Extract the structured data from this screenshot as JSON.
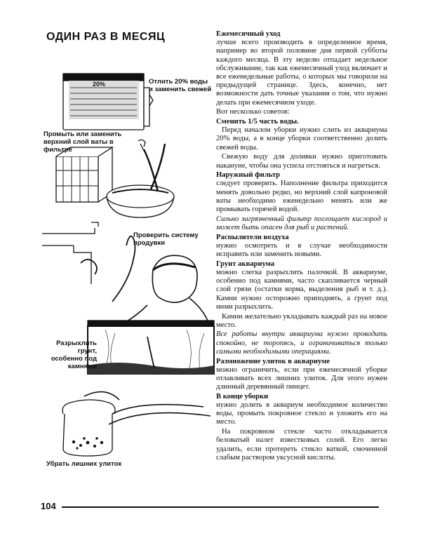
{
  "page": {
    "title": "ОДИН РАЗ В МЕСЯЦ",
    "page_number": "104"
  },
  "illustration": {
    "labels": {
      "water": "Отлить 20% воды и заменить свежей",
      "gauge": "20%",
      "filter": "Промыть или заменить верхний слой ваты в фильтре",
      "air": "Проверить систему продувки",
      "gravel": "Разрыхлить грунт, особенно под камнями",
      "snails": "Убрать лишних улиток"
    }
  },
  "text": {
    "h1": "Ежемесячный уход",
    "p1": "лучше всего производить в определенное время, например во второй половине дня первой субботы каждого месяца. В эту неделю отпадает недельное обслуживание, так как ежемесячный уход включает и все еженедельные работы, о которых мы говорили на предыдущей странице. Здесь, конечно, нет возможности дать точные указания о том, что нужно делать при ежемесячном уходе.",
    "p2": "Вот несколько советов:",
    "h2": "Сменить 1/5 часть воды.",
    "p3": "Перед началом уборки нужно слить из аквариума 20% воды, а в конце уборки соответственно долить свежей воды.",
    "p4": "Свежую воду для доливки нужно приготовить накануне, чтобы она успела отстояться и нагреться.",
    "h3": "Наружный фильтр",
    "p5": "следует проверить. Наполнение фильтра приходится менять довольно редко, но верхний слой капроновой ваты необходимо еженедельно менять или же промывать горячей водой.",
    "p6": "Сильно загрязненный фильтр поглощает кислород и может быть опасен для рыб и растений.",
    "h4": "Распылители воздуха",
    "p7": "нужно осмотреть и в случае необходимости исправить или заменить новыми.",
    "h5": "Грунт аквариума",
    "p8": "можно слегка разрыхлить палочкой. В аквариуме, особенно под камнями, часто скапливается черный слой грязи (остатки корма, выделения рыб и т. д.). Камни нужно осторожно приподнять, а грунт под ними разрыхлить.",
    "p9": "Камни желательно укладывать каждый раз на новое место.",
    "p10": "Все работы внутри аквариума нужно проводить спокойно, не торопясь, и ограничиваться только самыми необходимыми операциями.",
    "h6": "Размножение улиток в аквариуме",
    "p11": "можно ограничить, если при ежемесячной уборке отлавливать всех лишних улиток. Для этого нужен длинный деревянный пинцет.",
    "h7": "В конце уборки",
    "p12": "нужно долить в аквариум необходимое количество воды, промыть покровное стекло и уложить его на место.",
    "p13": "На покровном стекле часто откладывается беловатый налет известковых солей. Его легко удалить, если протереть стекло ваткой, смоченной слабым раствором уксусной кислоты."
  }
}
